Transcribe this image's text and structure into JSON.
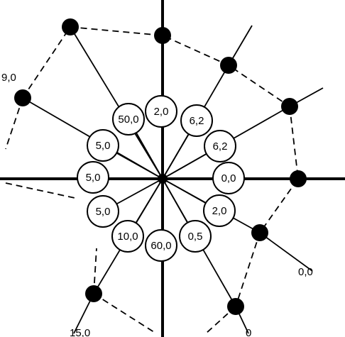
{
  "diagram": {
    "center_label": "",
    "bubbles": [
      {
        "id": "n",
        "label": "2,0"
      },
      {
        "id": "nne",
        "label": "6,2"
      },
      {
        "id": "ne",
        "label": "6,2"
      },
      {
        "id": "e",
        "label": "0,0"
      },
      {
        "id": "se",
        "label": "2,0"
      },
      {
        "id": "sse",
        "label": "0,5"
      },
      {
        "id": "s",
        "label": "60,0"
      },
      {
        "id": "ssw",
        "label": "10,0"
      },
      {
        "id": "sw",
        "label": "5,0"
      },
      {
        "id": "w",
        "label": "5,0"
      },
      {
        "id": "nw",
        "label": "5,0"
      },
      {
        "id": "nnw",
        "label": "50,0"
      }
    ],
    "outer_labels": [
      {
        "id": "wnw",
        "label": "9,0"
      },
      {
        "id": "ssw",
        "label": "15,0"
      },
      {
        "id": "sse",
        "label": "0"
      },
      {
        "id": "ese",
        "label": "0,0"
      }
    ],
    "colors": {
      "line": "#000000",
      "bubble_fill": "#ffffff",
      "background": "#ffffff"
    }
  }
}
